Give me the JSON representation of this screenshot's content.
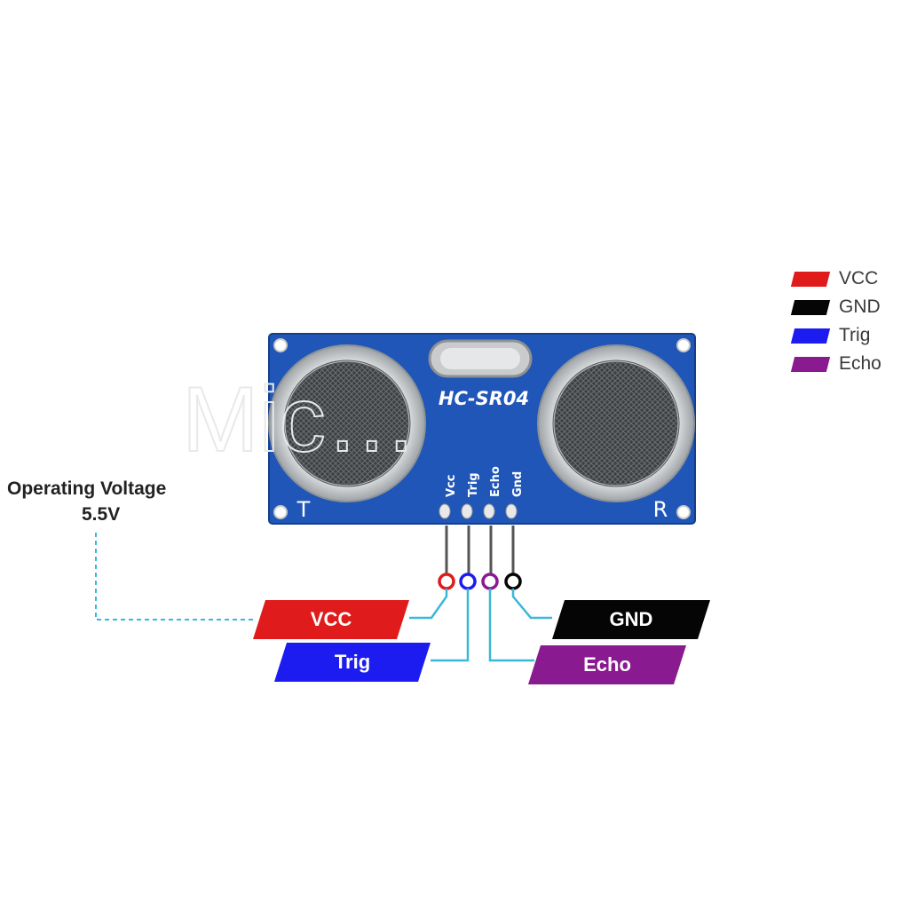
{
  "module": {
    "model": "HC-SR04",
    "transmitter_label": "T",
    "receiver_label": "R",
    "pin_silkscreen": [
      "Vcc",
      "Trig",
      "Echo",
      "Gnd"
    ]
  },
  "annotation": {
    "title": "Operating Voltage",
    "value": "5.5V"
  },
  "pins": [
    {
      "id": "vcc",
      "label": "VCC",
      "color": "#e01b1b"
    },
    {
      "id": "trig",
      "label": "Trig",
      "color": "#1c1cf0"
    },
    {
      "id": "echo",
      "label": "Echo",
      "color": "#8a1a8f"
    },
    {
      "id": "gnd",
      "label": "GND",
      "color": "#050505"
    }
  ],
  "legend": [
    {
      "label": "VCC",
      "color": "#e01b1b"
    },
    {
      "label": "GND",
      "color": "#050505"
    },
    {
      "label": "Trig",
      "color": "#1c1cf0"
    },
    {
      "label": "Echo",
      "color": "#8a1a8f"
    }
  ],
  "colors": {
    "board": "#1f56b8",
    "connector_line": "#3bb7d9"
  },
  "watermark": "Mic…"
}
